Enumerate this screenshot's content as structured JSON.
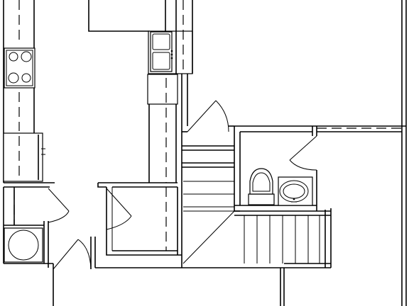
{
  "drawing": {
    "kind": "floor-plan",
    "line_color": "#000000",
    "background": "#ffffff",
    "fixtures": [
      {
        "name": "range-cooktop",
        "icon": "stove-burners-icon",
        "burners": 4
      },
      {
        "name": "kitchen-sink",
        "icon": "double-sink-icon",
        "bowls": 2
      },
      {
        "name": "dishwasher",
        "icon": "dishwasher-icon"
      },
      {
        "name": "refrigerator",
        "icon": "refrigerator-icon"
      },
      {
        "name": "washer",
        "icon": "washer-drum-icon"
      },
      {
        "name": "toilet",
        "icon": "toilet-icon"
      },
      {
        "name": "lavatory",
        "icon": "bathroom-sink-icon"
      }
    ],
    "stairs": {
      "flights": 2,
      "direction": "up"
    },
    "doors": 5
  }
}
